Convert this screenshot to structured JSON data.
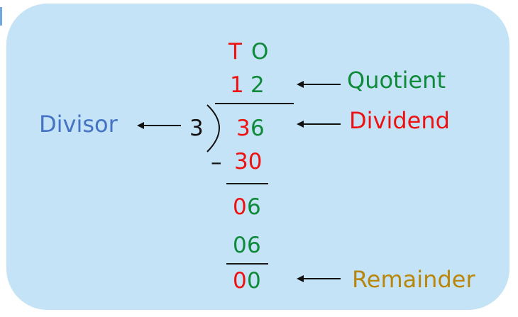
{
  "colors": {
    "tens": "#ee1111",
    "ones": "#0e8a3a",
    "divisor_label": "#4472c4",
    "quotient_label": "#0e8a3a",
    "dividend_label": "#ee1111",
    "remainder_label": "#b8860b",
    "ink": "#111111"
  },
  "place_value": {
    "tens": "T",
    "ones": "O"
  },
  "quotient": {
    "tens": "1",
    "ones": "2"
  },
  "divisor": "3",
  "dividend": {
    "tens": "3",
    "ones": "6"
  },
  "subtraction": {
    "minus": "–",
    "value": "30"
  },
  "step_difference": {
    "tens": "0",
    "ones": "6"
  },
  "step_subtract": {
    "tens": "0",
    "ones": "6"
  },
  "remainder": {
    "tens": "0",
    "ones": "0"
  },
  "labels": {
    "quotient": "Quotient",
    "divisor": "Divisor",
    "dividend": "Dividend",
    "remainder": "Remainder"
  }
}
